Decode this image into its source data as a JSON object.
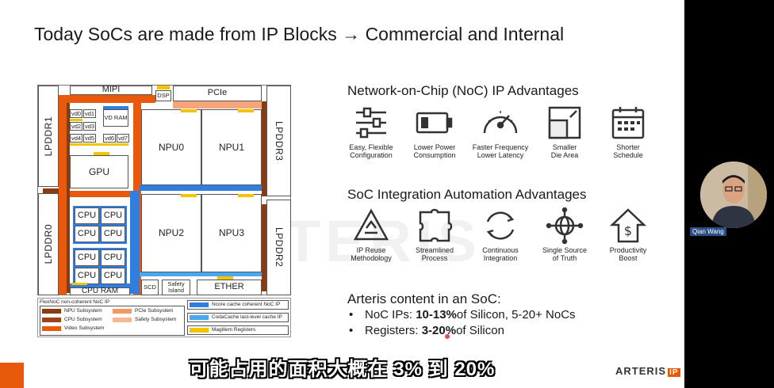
{
  "slide": {
    "title": "Today SoCs are made from IP Blocks → Commercial and Internal",
    "watermark": "ARTERIS",
    "subtitle": "可能占用的面积大概在 3% 到 20%",
    "logo_text": "ARTERIS",
    "logo_badge": "IP"
  },
  "soc": {
    "mipi": "MIPI",
    "dsp": "DSP",
    "pcie": "PCIe",
    "lpddr1": "LPDDR1",
    "lpddr3": "LPDDR3",
    "lpddr0": "LPDDR0",
    "lpddr2": "LPDDR2",
    "vd": [
      "vd0",
      "vd1",
      "vd2",
      "vd3",
      "vd4",
      "vd5",
      "vd6",
      "vd7"
    ],
    "vd_ram": "VD RAM",
    "gpu": "GPU",
    "npu0": "NPU0",
    "npu1": "NPU1",
    "npu2": "NPU2",
    "npu3": "NPU3",
    "cpu": "CPU",
    "cpu_ram": "CPU RAM",
    "scd": "SCD",
    "safety_island": "Safety Island",
    "ether": "ETHER"
  },
  "legend": {
    "title": "FlexNoC non-coherent NoC IP",
    "npu": "NPU Subsystem",
    "cpu": "CPU Subsystem",
    "video": "Video Subsystem",
    "pcie": "PCIe Subsystem",
    "safety": "Safety Subsystem",
    "ncore": "Ncore cache coherent NoC IP",
    "codacache": "CodaCache last-level cache IP",
    "magillem": "Magillem Registers",
    "colors": {
      "npu": "#8a3b12",
      "cpu": "#a0421a",
      "video": "#e8590c",
      "pcie": "#f39a63",
      "safety": "#f7b795",
      "ncore": "#2f7ee0",
      "codacache": "#49a8ee",
      "magillem": "#f5c400"
    }
  },
  "noc": {
    "heading": "Network-on-Chip (NoC) IP Advantages",
    "items": [
      {
        "icon": "sliders-icon",
        "line1": "Easy, Flexible",
        "line2": "Configuration"
      },
      {
        "icon": "battery-icon",
        "line1": "Lower Power",
        "line2": "Consumption"
      },
      {
        "icon": "gauge-icon",
        "line1": "Faster Frequency",
        "line2": "Lower Latency"
      },
      {
        "icon": "square-shrink-icon",
        "line1": "Smaller",
        "line2": "Die Area"
      },
      {
        "icon": "calendar-icon",
        "line1": "Shorter",
        "line2": "Schedule"
      }
    ]
  },
  "automation": {
    "heading": "SoC Integration Automation Advantages",
    "items": [
      {
        "icon": "recycle-icon",
        "line1": "IP Reuse",
        "line2": "Methodology"
      },
      {
        "icon": "puzzle-icon",
        "line1": "Streamlined",
        "line2": "Process"
      },
      {
        "icon": "cycle-icon",
        "line1": "Continuous",
        "line2": "Integration"
      },
      {
        "icon": "network-globe-icon",
        "line1": "Single Source",
        "line2": "of Truth"
      },
      {
        "icon": "house-dollar-icon",
        "line1": "Productivity",
        "line2": "Boost"
      }
    ]
  },
  "content": {
    "heading": "Arteris content in an SoC:",
    "bullet": "•",
    "nocs_prefix": "NoC IPs: ",
    "nocs_bold": "10-13%",
    "nocs_suffix": " of Silicon, 5-20+ NoCs",
    "regs_prefix": "Registers: ",
    "regs_bold": "3-20%",
    "regs_suffix": " of Silicon"
  },
  "webcam": {
    "name": "Qian Wang"
  }
}
